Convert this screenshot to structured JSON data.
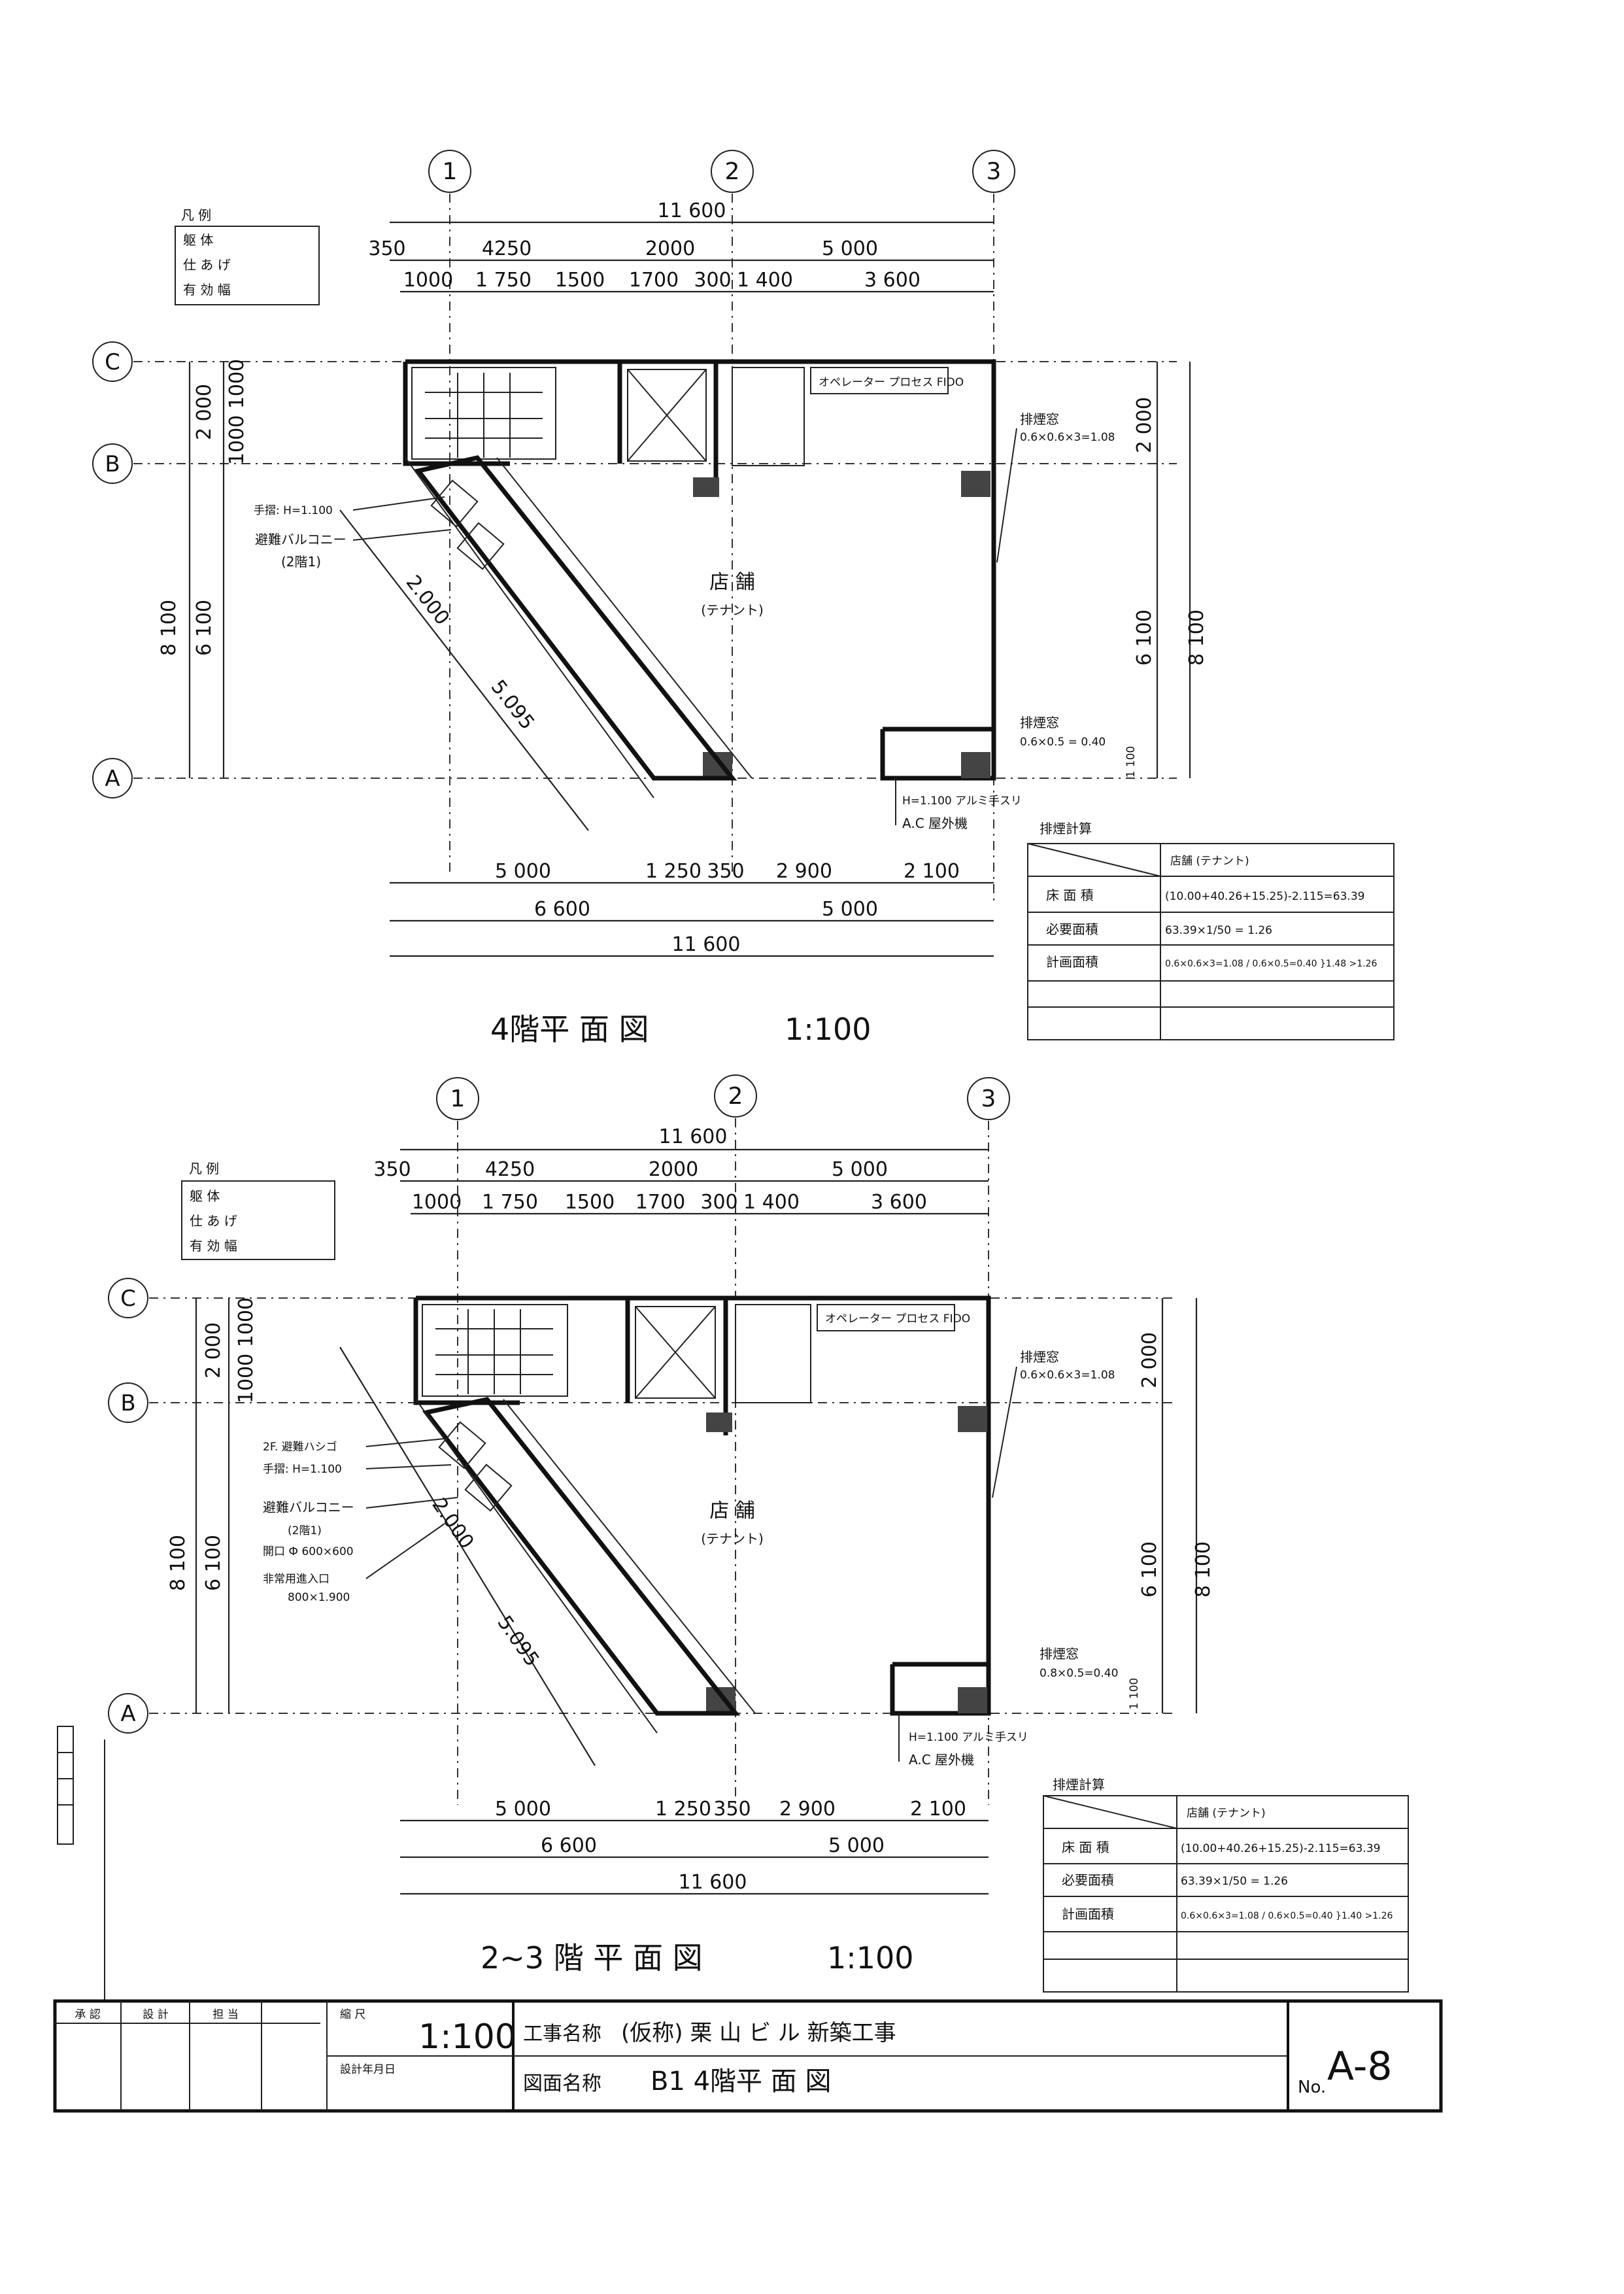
{
  "sheet": {
    "axes_cols": [
      "1",
      "2",
      "3"
    ],
    "axes_rows": [
      "C",
      "B",
      "A"
    ]
  },
  "plans": [
    {
      "id": "floor4",
      "title": "4階平 面 図",
      "scale": "1:100",
      "top_dims": {
        "overall": "11 600",
        "row1": [
          "350",
          "4250",
          "2000",
          "5 000"
        ],
        "row2": [
          "1000",
          "1 750",
          "1500",
          "1700",
          "300",
          "1 400",
          "3 600"
        ]
      },
      "bottom_dims": {
        "row1": [
          "5 000",
          "1 250",
          "350",
          "2 900",
          "2 100"
        ],
        "row2": [
          "6 600",
          "5 000"
        ],
        "overall": "11 600"
      },
      "left_dims": [
        "2 000",
        "1000 1000",
        "6 100",
        "8 100"
      ],
      "right_dims": [
        "2 000",
        "6 100",
        "8 100",
        "1 100"
      ],
      "legend": {
        "header": "凡 例",
        "rows": [
          "躯 体",
          "仕 あ げ",
          "有 効 幅"
        ]
      },
      "room_label": "店 舗",
      "room_sub": "(テナント)",
      "elevator_text": "オペレーター プロセス FIDO",
      "notes": {
        "smoke_window_1": "排煙窓",
        "smoke_window_1_calc": "0.6×0.6×3=1.08",
        "smoke_window_2": "排煙窓",
        "smoke_window_2_calc": "0.6×0.5 = 0.40",
        "handrail": "手摺: H=1.100",
        "balcony": "避難バルコニー",
        "balcony_sub": "(2階1)",
        "stair_len": "5.095",
        "diag_dim": "2.000",
        "railing": "H=1.100 アルミ手スリ",
        "ac": "A.C 屋外機"
      },
      "calc": {
        "title": "排煙計算",
        "col_header": "店舗 (テナント)",
        "rows": [
          {
            "label": "床 面 積",
            "value": "(10.00+40.26+15.25)-2.115=63.39"
          },
          {
            "label": "必要面積",
            "value": "63.39×1/50 = 1.26"
          },
          {
            "label": "計画面積",
            "value": "0.6×0.6×3=1.08 / 0.6×0.5=0.40 }1.48 >1.26"
          }
        ]
      }
    },
    {
      "id": "floor23",
      "title": "2~3 階 平 面 図",
      "scale": "1:100",
      "top_dims": {
        "overall": "11 600",
        "row1": [
          "350",
          "4250",
          "2000",
          "5 000"
        ],
        "row2": [
          "1000",
          "1 750",
          "1500",
          "1700",
          "300",
          "1 400",
          "3 600"
        ]
      },
      "bottom_dims": {
        "row1": [
          "5 000",
          "1 250",
          "350",
          "2 900",
          "2 100"
        ],
        "row2": [
          "6 600",
          "5 000"
        ],
        "overall": "11 600"
      },
      "left_dims": [
        "2 000",
        "1000 1000",
        "6 100",
        "8 100"
      ],
      "right_dims": [
        "2 000",
        "6 100",
        "8 100",
        "1 100"
      ],
      "legend": {
        "header": "凡 例",
        "rows": [
          "躯 体",
          "仕 あ げ",
          "有 効 幅"
        ]
      },
      "room_label": "店 舗",
      "room_sub": "(テナント)",
      "elevator_text": "オペレーター プロセス FIDO",
      "notes": {
        "smoke_window_1": "排煙窓",
        "smoke_window_1_calc": "0.6×0.6×3=1.08",
        "smoke_window_2": "排煙窓",
        "smoke_window_2_calc": "0.8×0.5=0.40",
        "ladder": "2F. 避難ハシゴ",
        "handrail": "手摺: H=1.100",
        "balcony": "避難バルコニー",
        "balcony_sub": "(2階1)",
        "opening": "開口 Ф 600×600",
        "emergency": "非常用進入口",
        "emergency_size": "800×1.900",
        "stair_len": "5.095",
        "diag_dim": "2.000",
        "railing": "H=1.100 アルミ手スリ",
        "ac": "A.C 屋外機"
      },
      "calc": {
        "title": "排煙計算",
        "col_header": "店舗 (テナント)",
        "rows": [
          {
            "label": "床 面 積",
            "value": "(10.00+40.26+15.25)-2.115=63.39"
          },
          {
            "label": "必要面積",
            "value": "63.39×1/50 = 1.26"
          },
          {
            "label": "計画面積",
            "value": "0.6×0.6×3=1.08 / 0.6×0.5=0.40 }1.40 >1.26"
          }
        ]
      }
    }
  ],
  "title_block": {
    "approval_headers": [
      "承 認",
      "設 計",
      "担 当"
    ],
    "scale_label": "縮 尺",
    "scale_value": "1:100",
    "date_label": "設計年月日",
    "project_label": "工事名称",
    "project_name": "(仮称) 栗 山 ビ ル  新築工事",
    "drawing_label": "図面名称",
    "drawing_name": "B1 4階平 面 図",
    "no_label": "No.",
    "no_value": "A-8"
  }
}
